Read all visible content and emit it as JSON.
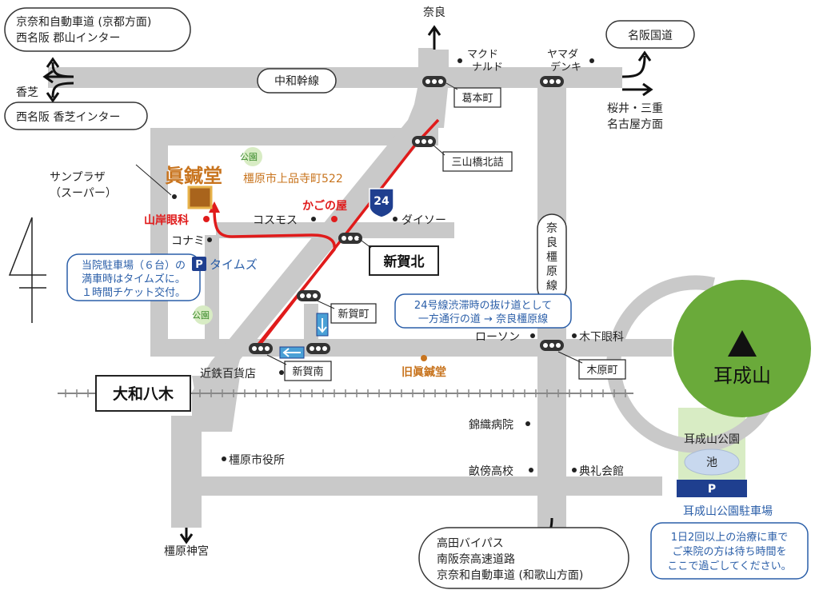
{
  "map": {
    "exits": {
      "kyonara_north": [
        "京奈和自動車道 (京都方面)",
        "西名阪 郡山インター"
      ],
      "koshiba_west": "香芝",
      "nishi_meihan_koshiba": "西名阪 香芝インター",
      "nara_north": "奈良",
      "meihan": "名阪国道",
      "sakurai": [
        "桜井・三重",
        "名古屋方面"
      ],
      "kashihara_jingu": "橿原神宮",
      "takada_bypass": [
        "高田バイパス",
        "南阪奈高速道路",
        "京奈和自動車道 (和歌山方面)"
      ]
    },
    "roads": {
      "chuwa": "中和幹線",
      "nara_kashihara": [
        "奈",
        "良",
        "橿",
        "原",
        "線"
      ],
      "route_number": "24"
    },
    "signals": {
      "kazumotocho": "葛本町",
      "miyamabashi": "三山橋北詰",
      "shinga_kita": "新賀北",
      "shingacho": "新賀町",
      "shinga_minami": "新賀南",
      "kinoshitacho": "木原町"
    },
    "clinic": {
      "name": "眞鍼堂",
      "address": "橿原市上品寺町522",
      "old_name": "旧眞鍼堂"
    },
    "landmarks": {
      "mcd": [
        "マクド",
        "ナルド"
      ],
      "yamada": [
        "ヤマダ",
        "デンキ"
      ],
      "sunplaza": [
        "サンプラザ",
        "（スーパー）"
      ],
      "park": "公園",
      "yamagishi": "山岸眼科",
      "cosmos": "コスモス",
      "kagonoya": "かごの屋",
      "daiso": "ダイソー",
      "konami": "コナミ",
      "times": "タイムズ",
      "lawson": "ローソン",
      "kinoshita_eye": "木下眼科",
      "kintetsu": "近鉄百貨店",
      "yamato_yagi": "大和八木",
      "nishikiori": "錦織病院",
      "unebi_hs": "畝傍高校",
      "tenrei": "典礼会館",
      "city_hall": "橿原市役所",
      "parking_p": "P",
      "ike": "池",
      "miminashi_park": "耳成山公園",
      "miminashi_parking": "耳成山公園駐車場",
      "miminashi": "耳成山"
    },
    "notes": {
      "parking": [
        "当院駐車場（６台）の",
        "満車時はタイムズに。",
        "１時間チケット交付。"
      ],
      "shortcut": [
        "24号線渋滞時の抜け道として",
        "一方通行の道 → 奈良橿原線"
      ],
      "waiting": [
        "1日2回以上の治療に車で",
        "ご来院の方は待ち時間を",
        "ここで過ごしてください。"
      ]
    },
    "colors": {
      "road": "#c9c9c9",
      "route_red": "#e01b1b",
      "clinic": "#c8741e",
      "blue": "#2a5ea8",
      "mountain": "#6aaa3a",
      "park_green": "#d8ecc4"
    }
  }
}
